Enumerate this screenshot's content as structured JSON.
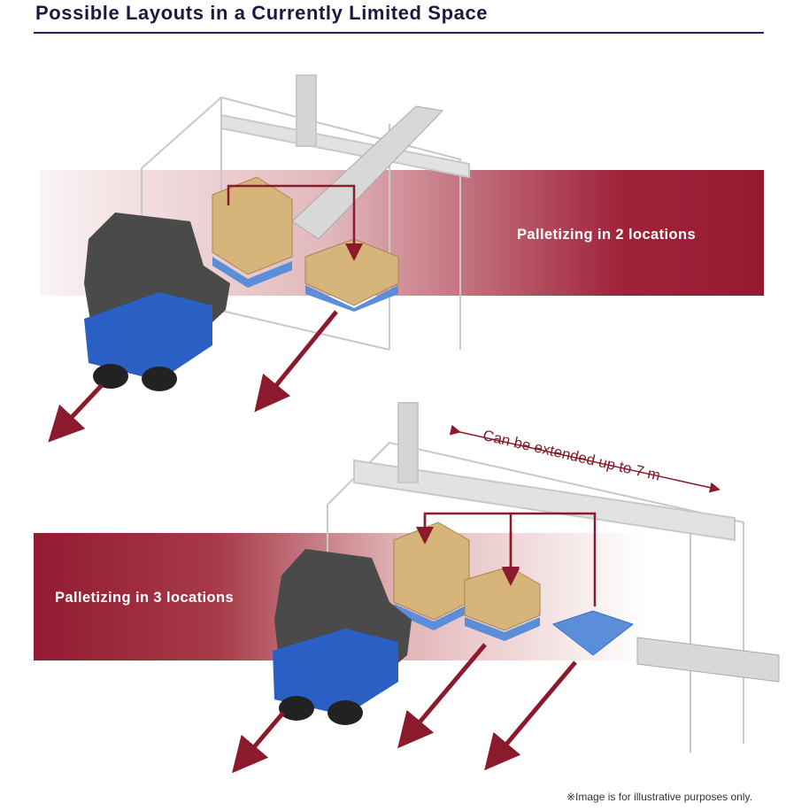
{
  "title": "Possible Layouts in a Currently Limited Space",
  "layout_top": {
    "label": "Palletizing in 2 locations"
  },
  "layout_bottom": {
    "label": "Palletizing in 3 locations",
    "extension_note": "Can be extended up to 7 m"
  },
  "footnote": "※Image is for illustrative purposes only.",
  "colors": {
    "accent": "#951a30",
    "title": "#1a1a40",
    "arrow": "#8b1a2c",
    "forklift": "#2a5fc4"
  }
}
